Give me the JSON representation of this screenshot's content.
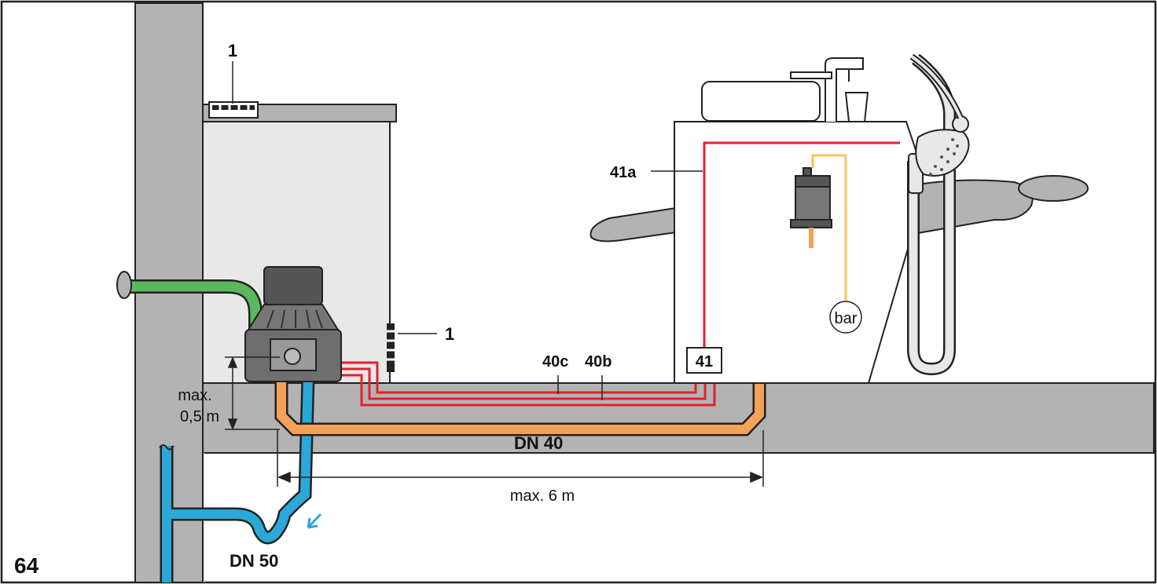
{
  "figure": {
    "number": "64"
  },
  "labels": {
    "item_1": "1",
    "item_41": "41",
    "item_41a": "41a",
    "item_40b": "40b",
    "item_40c": "40c",
    "pipe_dn40": "DN 40",
    "pipe_dn50": "DN 50",
    "max_height_line1": "max.",
    "max_height_line2": "0,5 m",
    "max_length": "max. 6 m",
    "pressure_unit": "bar"
  },
  "colors": {
    "wall": "#b3b3b3",
    "cabinet": "#e8e8e8",
    "drain_pipe": "#2aa8d8",
    "suction_pipe": "#f4a15a",
    "control_line": "#e3202a",
    "air_pipe": "#5cb85c",
    "pressure_line": "#f7c65a",
    "outline": "#222222"
  },
  "icons": {
    "vent_grille": "vent-grille-icon",
    "flow_arrow": "flow-arrow-icon"
  }
}
